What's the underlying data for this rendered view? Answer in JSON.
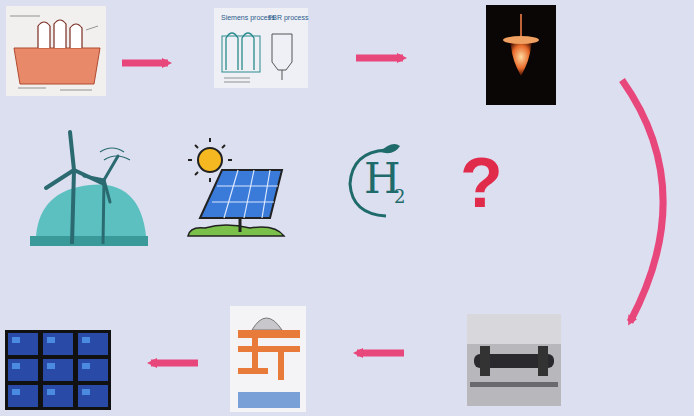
{
  "diagram": {
    "labels": [
      "Siemens process",
      "FBR process",
      "H",
      "2",
      "?"
    ]
  }
}
